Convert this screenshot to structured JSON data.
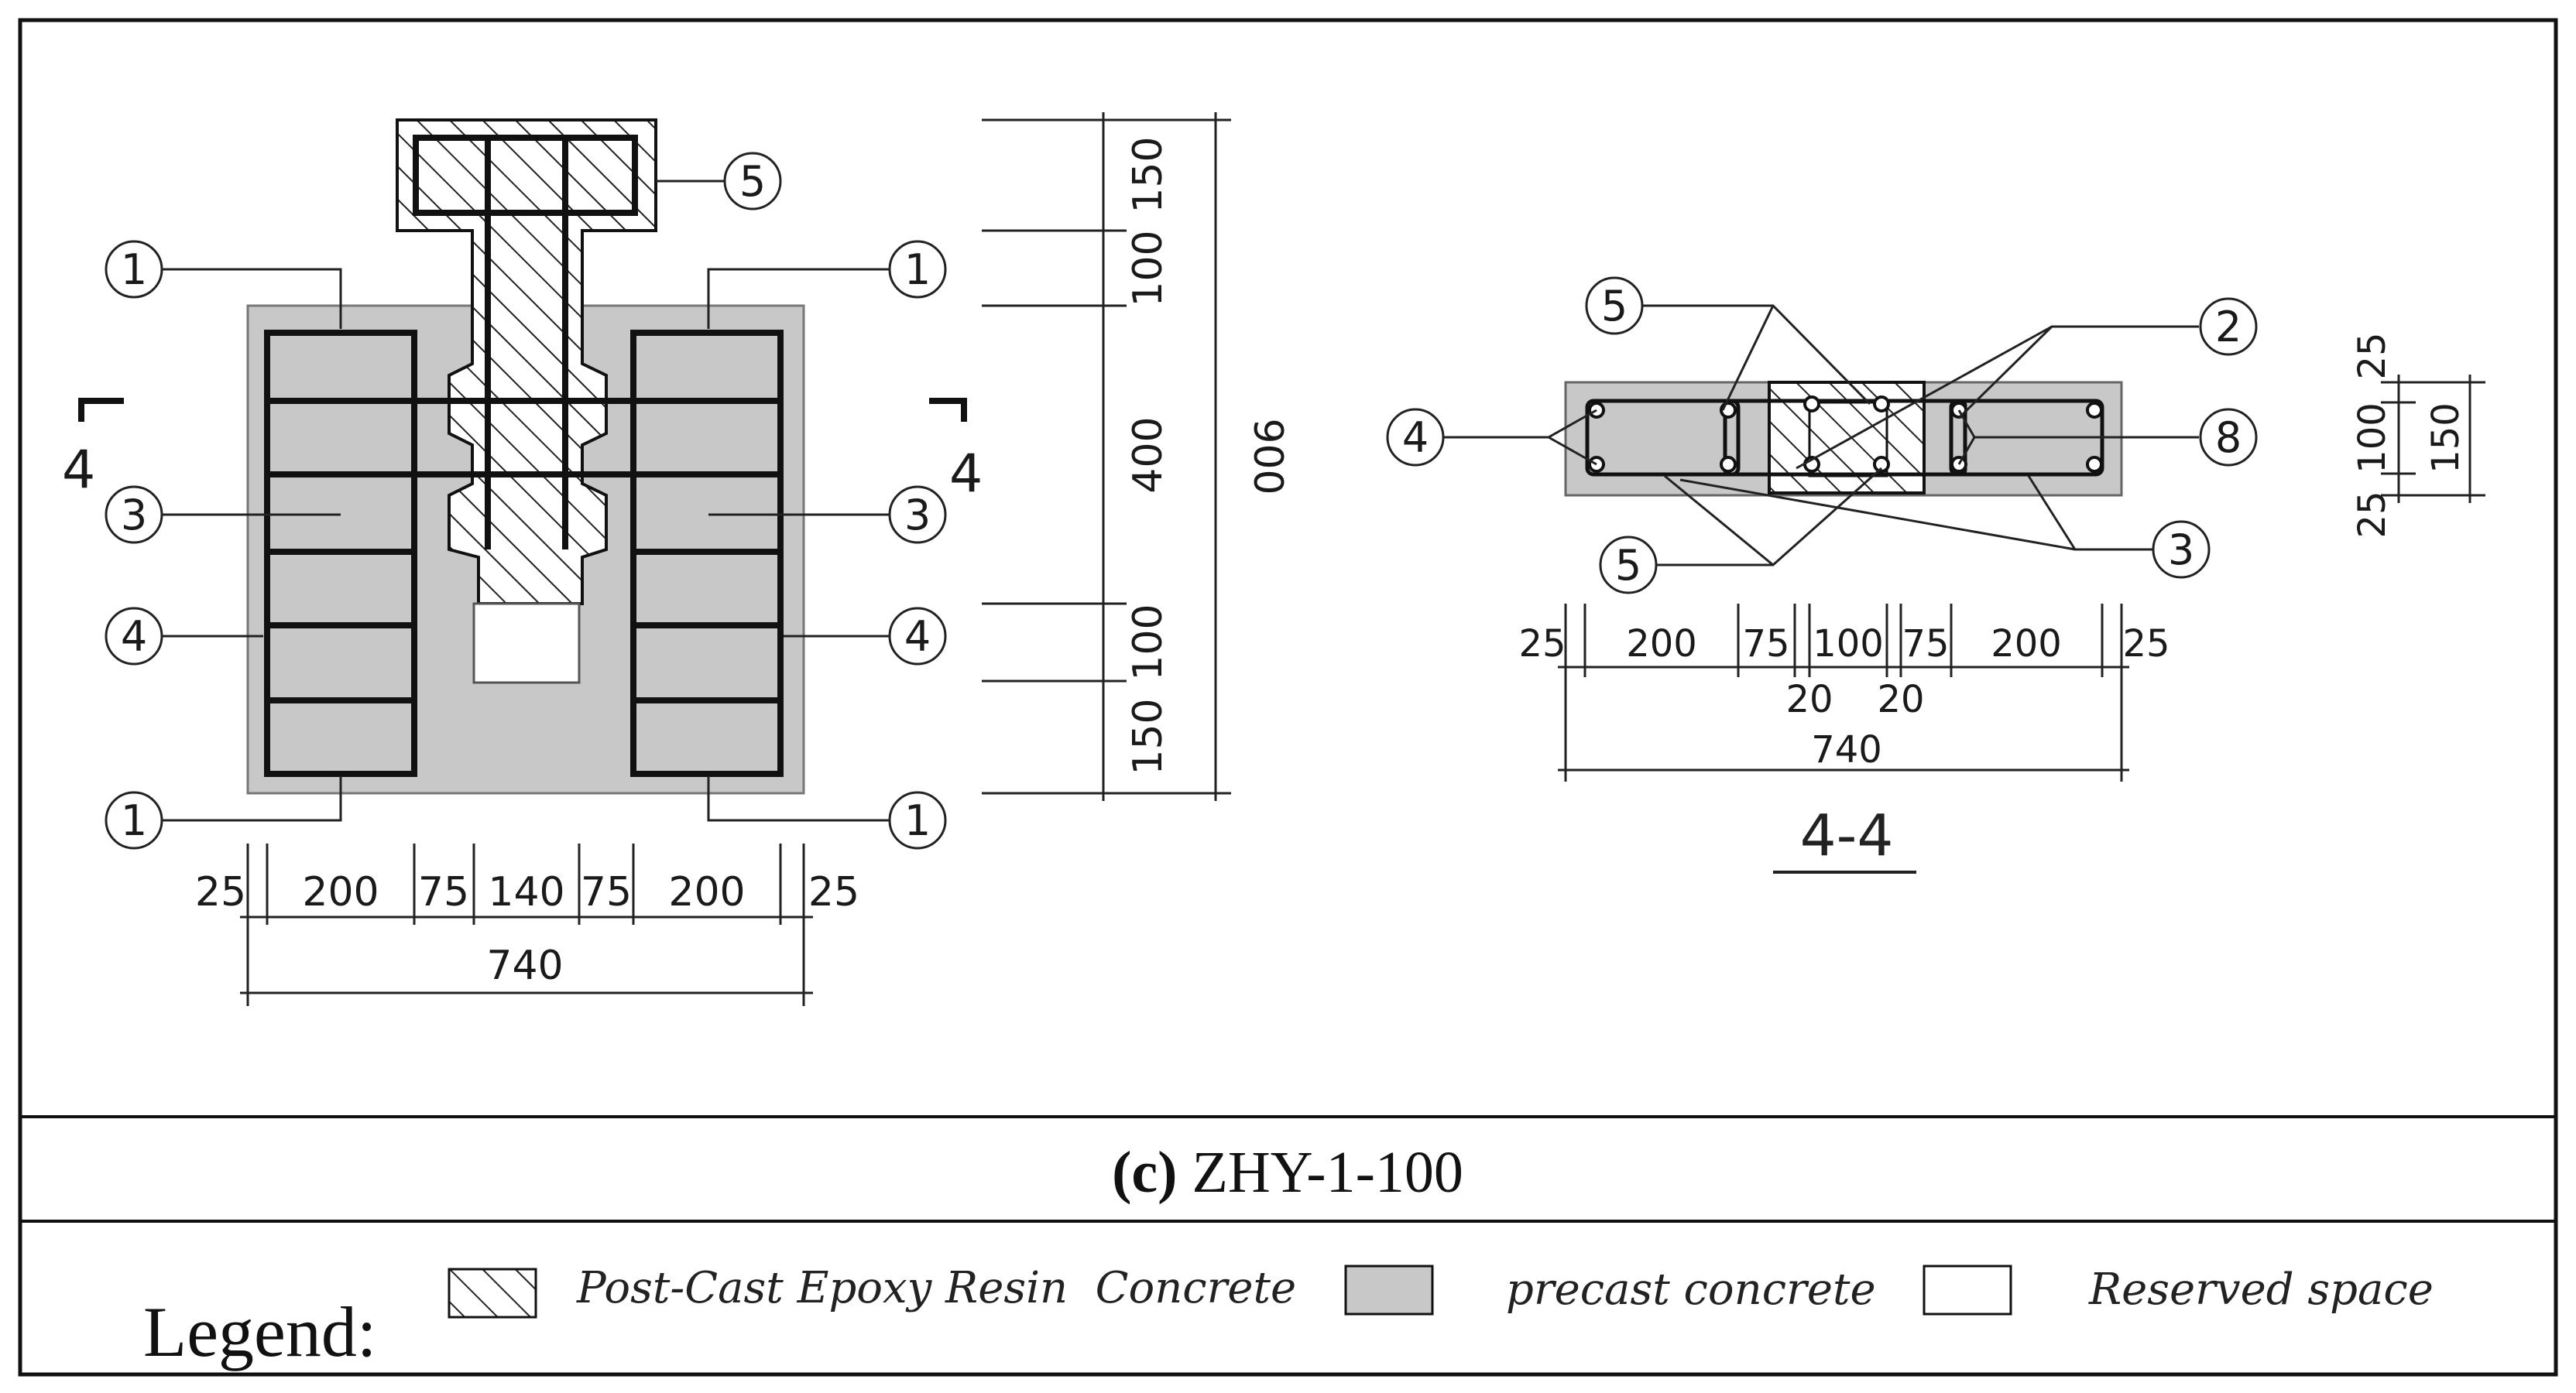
{
  "caption": {
    "letter": "(c)",
    "code": "ZHY-1-100"
  },
  "elevation": {
    "section_mark": "4",
    "dims_vertical": [
      "150",
      "100",
      "400",
      "100",
      "150"
    ],
    "dim_total_vertical": "900",
    "dims_horizontal": [
      "25",
      "200",
      "75",
      "140",
      "75",
      "200",
      "25"
    ],
    "dim_total_horizontal": "740",
    "callouts": [
      "1",
      "1",
      "3",
      "3",
      "4",
      "4",
      "1",
      "1",
      "5"
    ]
  },
  "section": {
    "title": "4-4",
    "dims_horizontal": [
      "25",
      "200",
      "75",
      "100",
      "75",
      "200",
      "25"
    ],
    "dims_gap": [
      "20",
      "20"
    ],
    "dim_total_horizontal": "740",
    "dims_vertical": [
      "25",
      "100",
      "25"
    ],
    "dim_total_vertical": "150",
    "callouts": [
      "5",
      "2",
      "4",
      "8",
      "5",
      "3"
    ]
  },
  "legend": {
    "title": "Legend:",
    "items": [
      {
        "label": "Post-Cast Epoxy Resin  Concrete",
        "swatch": "hatch"
      },
      {
        "label": "precast concrete",
        "swatch": "#c8c8c8"
      },
      {
        "label": "Reserved space",
        "swatch": "#ffffff"
      }
    ]
  },
  "colors": {
    "precast": "#c8c8c8",
    "line": "#111111",
    "hatch": "#222222"
  }
}
